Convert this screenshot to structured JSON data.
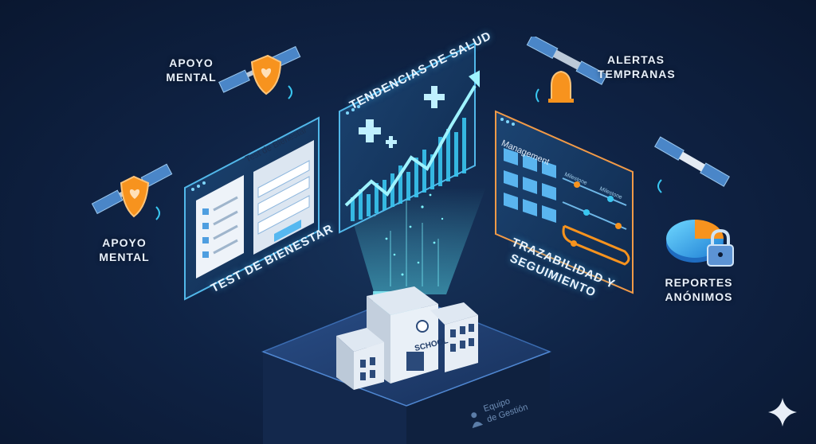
{
  "labels": {
    "apoyo_top": [
      "APOYO",
      "MENTAL"
    ],
    "apoyo_left": [
      "APOYO",
      "MENTAL"
    ],
    "alertas": [
      "ALERTAS",
      "TEMPRANAS"
    ],
    "reportes": [
      "REPORTES",
      "ANÓNIMOS"
    ]
  },
  "panels": {
    "tendencias": {
      "title": "TENDENCIAS DE SALUD"
    },
    "test": {
      "title": "TEST DE BIENESTAR",
      "form_title": "Test de Bienestar"
    },
    "trazabilidad": {
      "title": [
        "TRAZABILIDAD Y",
        "SEGUIMIENTO"
      ],
      "header": "Management",
      "col1": "Milestone",
      "col2": "Milestone"
    }
  },
  "building": {
    "sign": "SCHOOL"
  },
  "pedestal": {
    "logo_text": [
      "Equipo",
      "de Gestión"
    ]
  },
  "icons": [
    "satellite-icon",
    "shield-heart-icon",
    "bell-icon",
    "pie-chart-icon",
    "lock-icon",
    "folder-icon",
    "checkbox-icon",
    "trend-arrow-icon",
    "sparkle-icon"
  ],
  "colors": {
    "accent_cyan": "#39c6f0",
    "accent_orange": "#f7931e",
    "background": "#0c1a33"
  }
}
